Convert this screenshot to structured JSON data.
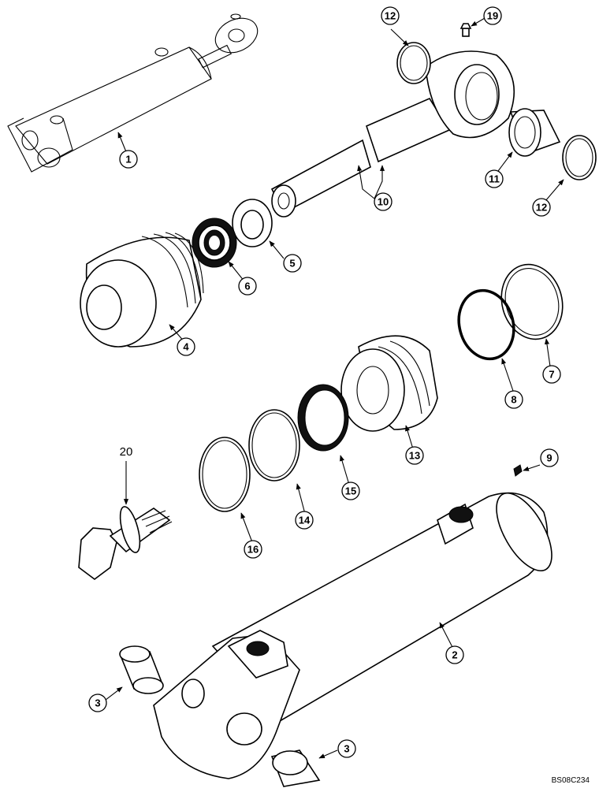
{
  "diagram": {
    "callouts": [
      {
        "id": "c1",
        "label": "1"
      },
      {
        "id": "c2",
        "label": "2"
      },
      {
        "id": "c3a",
        "label": "3"
      },
      {
        "id": "c3b",
        "label": "3"
      },
      {
        "id": "c4",
        "label": "4"
      },
      {
        "id": "c5",
        "label": "5"
      },
      {
        "id": "c6",
        "label": "6"
      },
      {
        "id": "c7",
        "label": "7"
      },
      {
        "id": "c8",
        "label": "8"
      },
      {
        "id": "c9",
        "label": "9"
      },
      {
        "id": "c10",
        "label": "10"
      },
      {
        "id": "c11",
        "label": "11"
      },
      {
        "id": "c12a",
        "label": "12"
      },
      {
        "id": "c12b",
        "label": "12"
      },
      {
        "id": "c13",
        "label": "13"
      },
      {
        "id": "c14",
        "label": "14"
      },
      {
        "id": "c15",
        "label": "15"
      },
      {
        "id": "c16",
        "label": "16"
      },
      {
        "id": "c19",
        "label": "19"
      }
    ],
    "plain_label_20": "20",
    "drawing_code": "BS08C234"
  }
}
